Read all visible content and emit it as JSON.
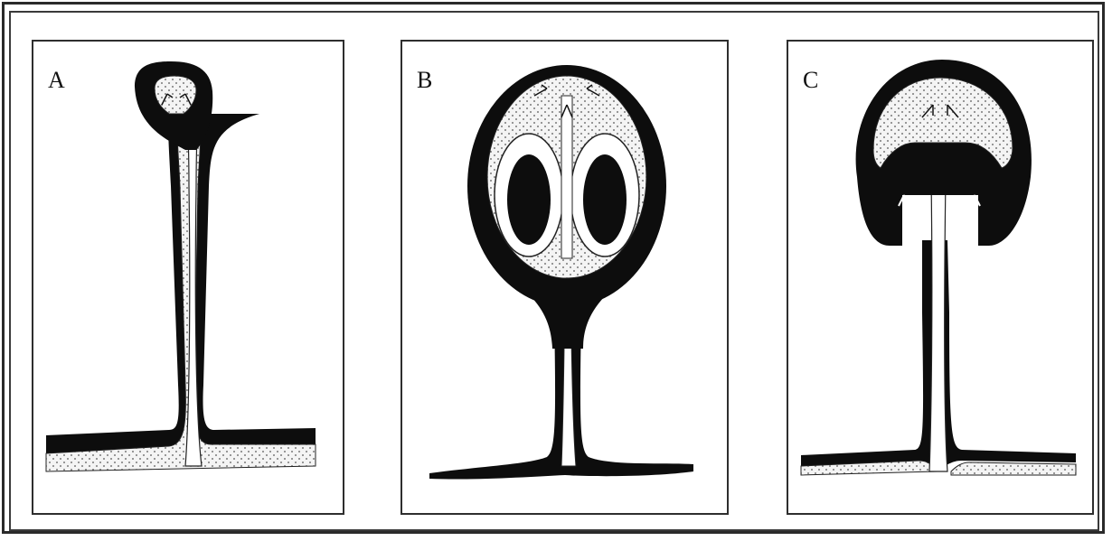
{
  "panels": [
    {
      "label": "A"
    },
    {
      "label": "B"
    },
    {
      "label": "C"
    }
  ],
  "colors": {
    "ink": "#0d0d0d",
    "stipple": "#f2f2f2",
    "frame": "#2e2e2e"
  }
}
